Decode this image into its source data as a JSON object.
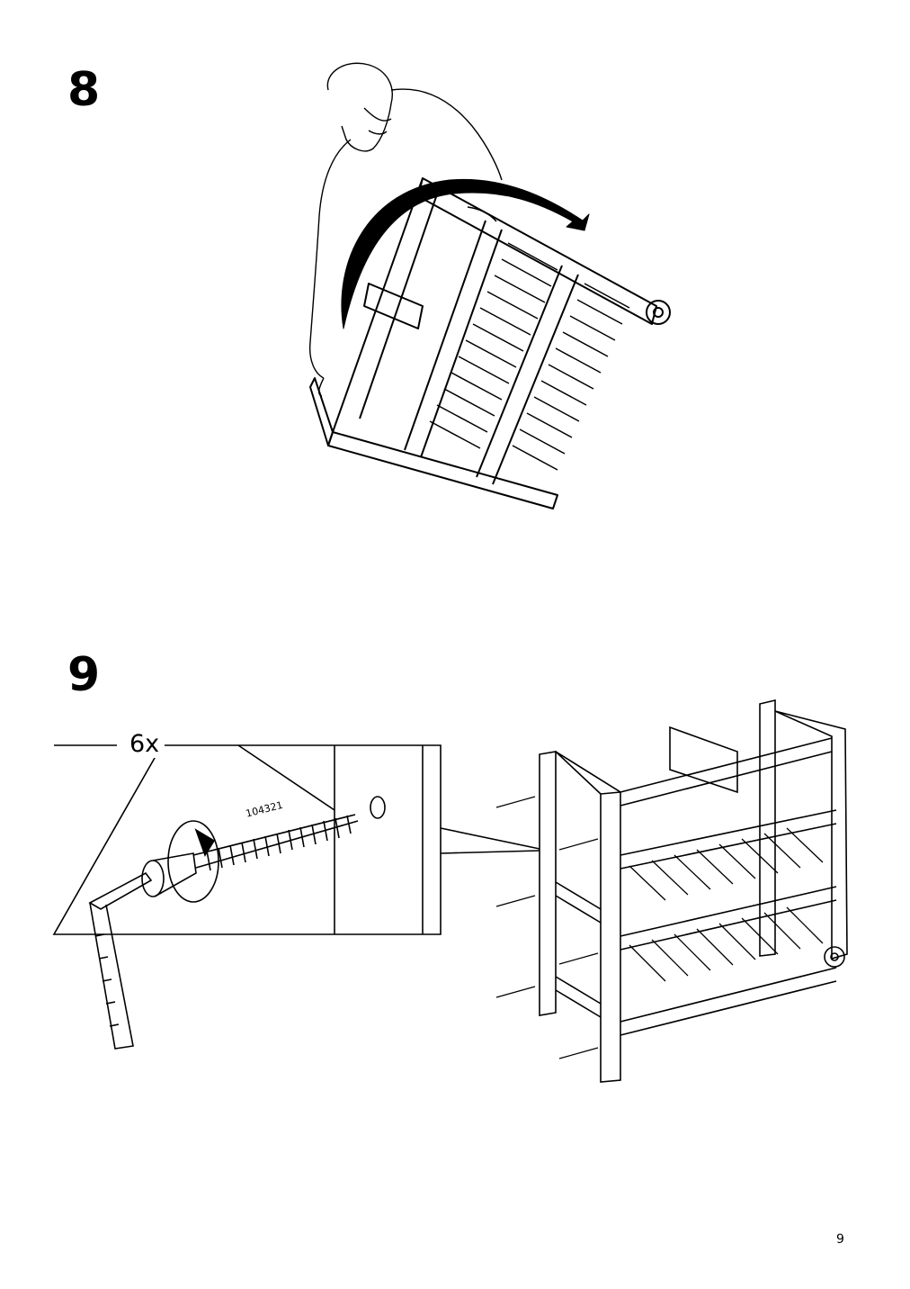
{
  "steps": [
    {
      "number": "8"
    },
    {
      "number": "9",
      "quantity": "6x",
      "part_number": "104321"
    }
  ],
  "page": {
    "number": "9"
  },
  "icons": {
    "step8": [
      "person-icon",
      "rotate-arrow-icon",
      "cart-frame-icon",
      "wheel-icon"
    ],
    "step9": [
      "detail-box",
      "screw-icon",
      "allen-key-icon",
      "turn-arrow-icon",
      "cart-assembly-icon"
    ]
  }
}
